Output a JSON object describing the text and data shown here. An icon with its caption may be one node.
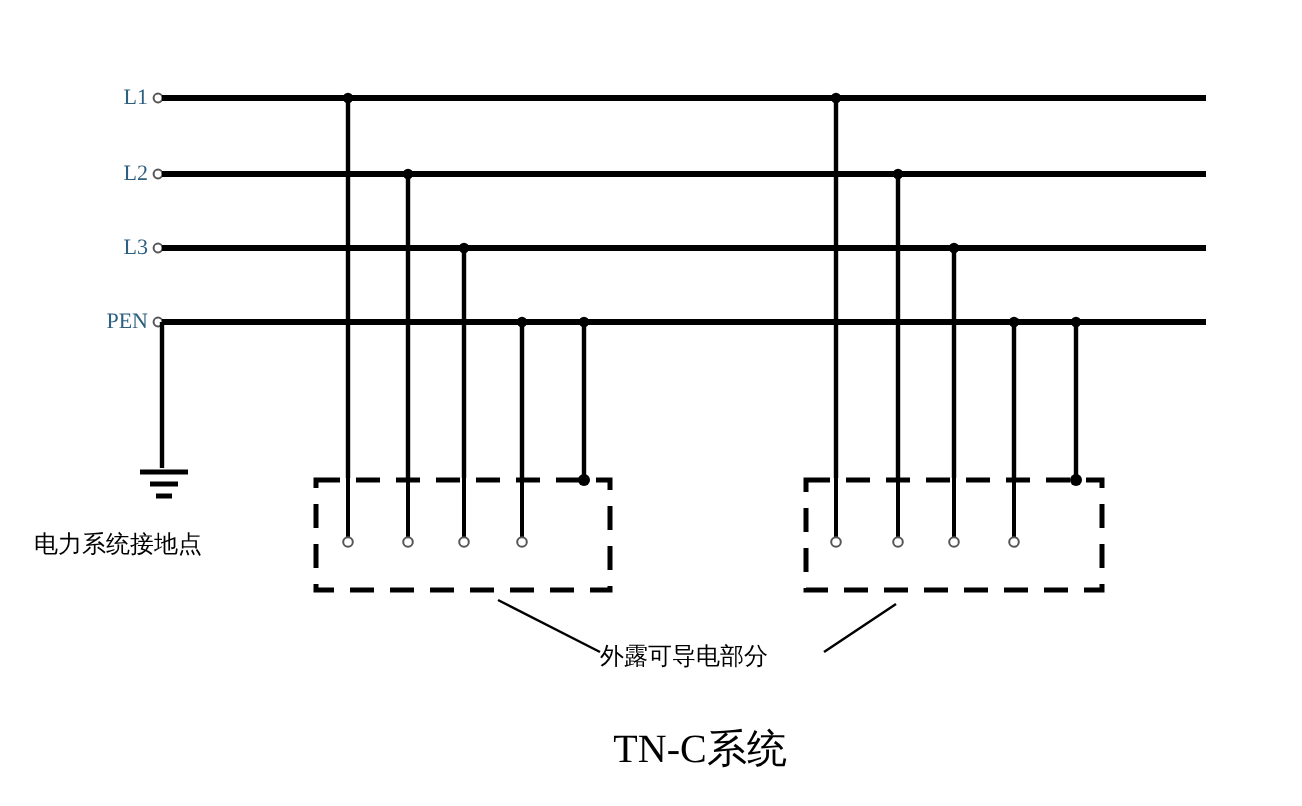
{
  "diagram": {
    "title": "TN-C系统",
    "nodes": [
      {
        "text": [
          "L1"
        ]
      },
      {
        "text": [
          "L2"
        ]
      },
      {
        "text": [
          "L3"
        ]
      },
      {
        "text": [
          "PEN"
        ]
      },
      {
        "text": [],
        "shape": "ground",
        "beside": [
          "电力系统接地点"
        ]
      },
      {
        "text": [],
        "shape": "box"
      },
      {
        "text": [],
        "shape": "box"
      },
      {
        "text": [
          "外露可导电部分"
        ]
      }
    ],
    "edges": [
      {
        "from": 0,
        "to": null,
        "arrow": "none"
      },
      {
        "from": 1,
        "to": null,
        "arrow": "none"
      },
      {
        "from": 2,
        "to": null,
        "arrow": "none"
      },
      {
        "from": 3,
        "to": null,
        "arrow": "none"
      },
      {
        "from": 3,
        "to": 4,
        "arrow": "none"
      },
      {
        "from": 0,
        "to": 5,
        "arrow": "none"
      },
      {
        "from": 1,
        "to": 5,
        "arrow": "none"
      },
      {
        "from": 2,
        "to": 5,
        "arrow": "none"
      },
      {
        "from": 3,
        "to": 5,
        "arrow": "none"
      },
      {
        "from": 3,
        "to": 5,
        "arrow": "none"
      },
      {
        "from": 0,
        "to": 6,
        "arrow": "none"
      },
      {
        "from": 1,
        "to": 6,
        "arrow": "none"
      },
      {
        "from": 2,
        "to": 6,
        "arrow": "none"
      },
      {
        "from": 3,
        "to": 6,
        "arrow": "none"
      },
      {
        "from": 3,
        "to": 6,
        "arrow": "none"
      },
      {
        "from": 7,
        "to": 5,
        "arrow": "none"
      },
      {
        "from": 7,
        "to": 6,
        "arrow": "none"
      }
    ]
  }
}
